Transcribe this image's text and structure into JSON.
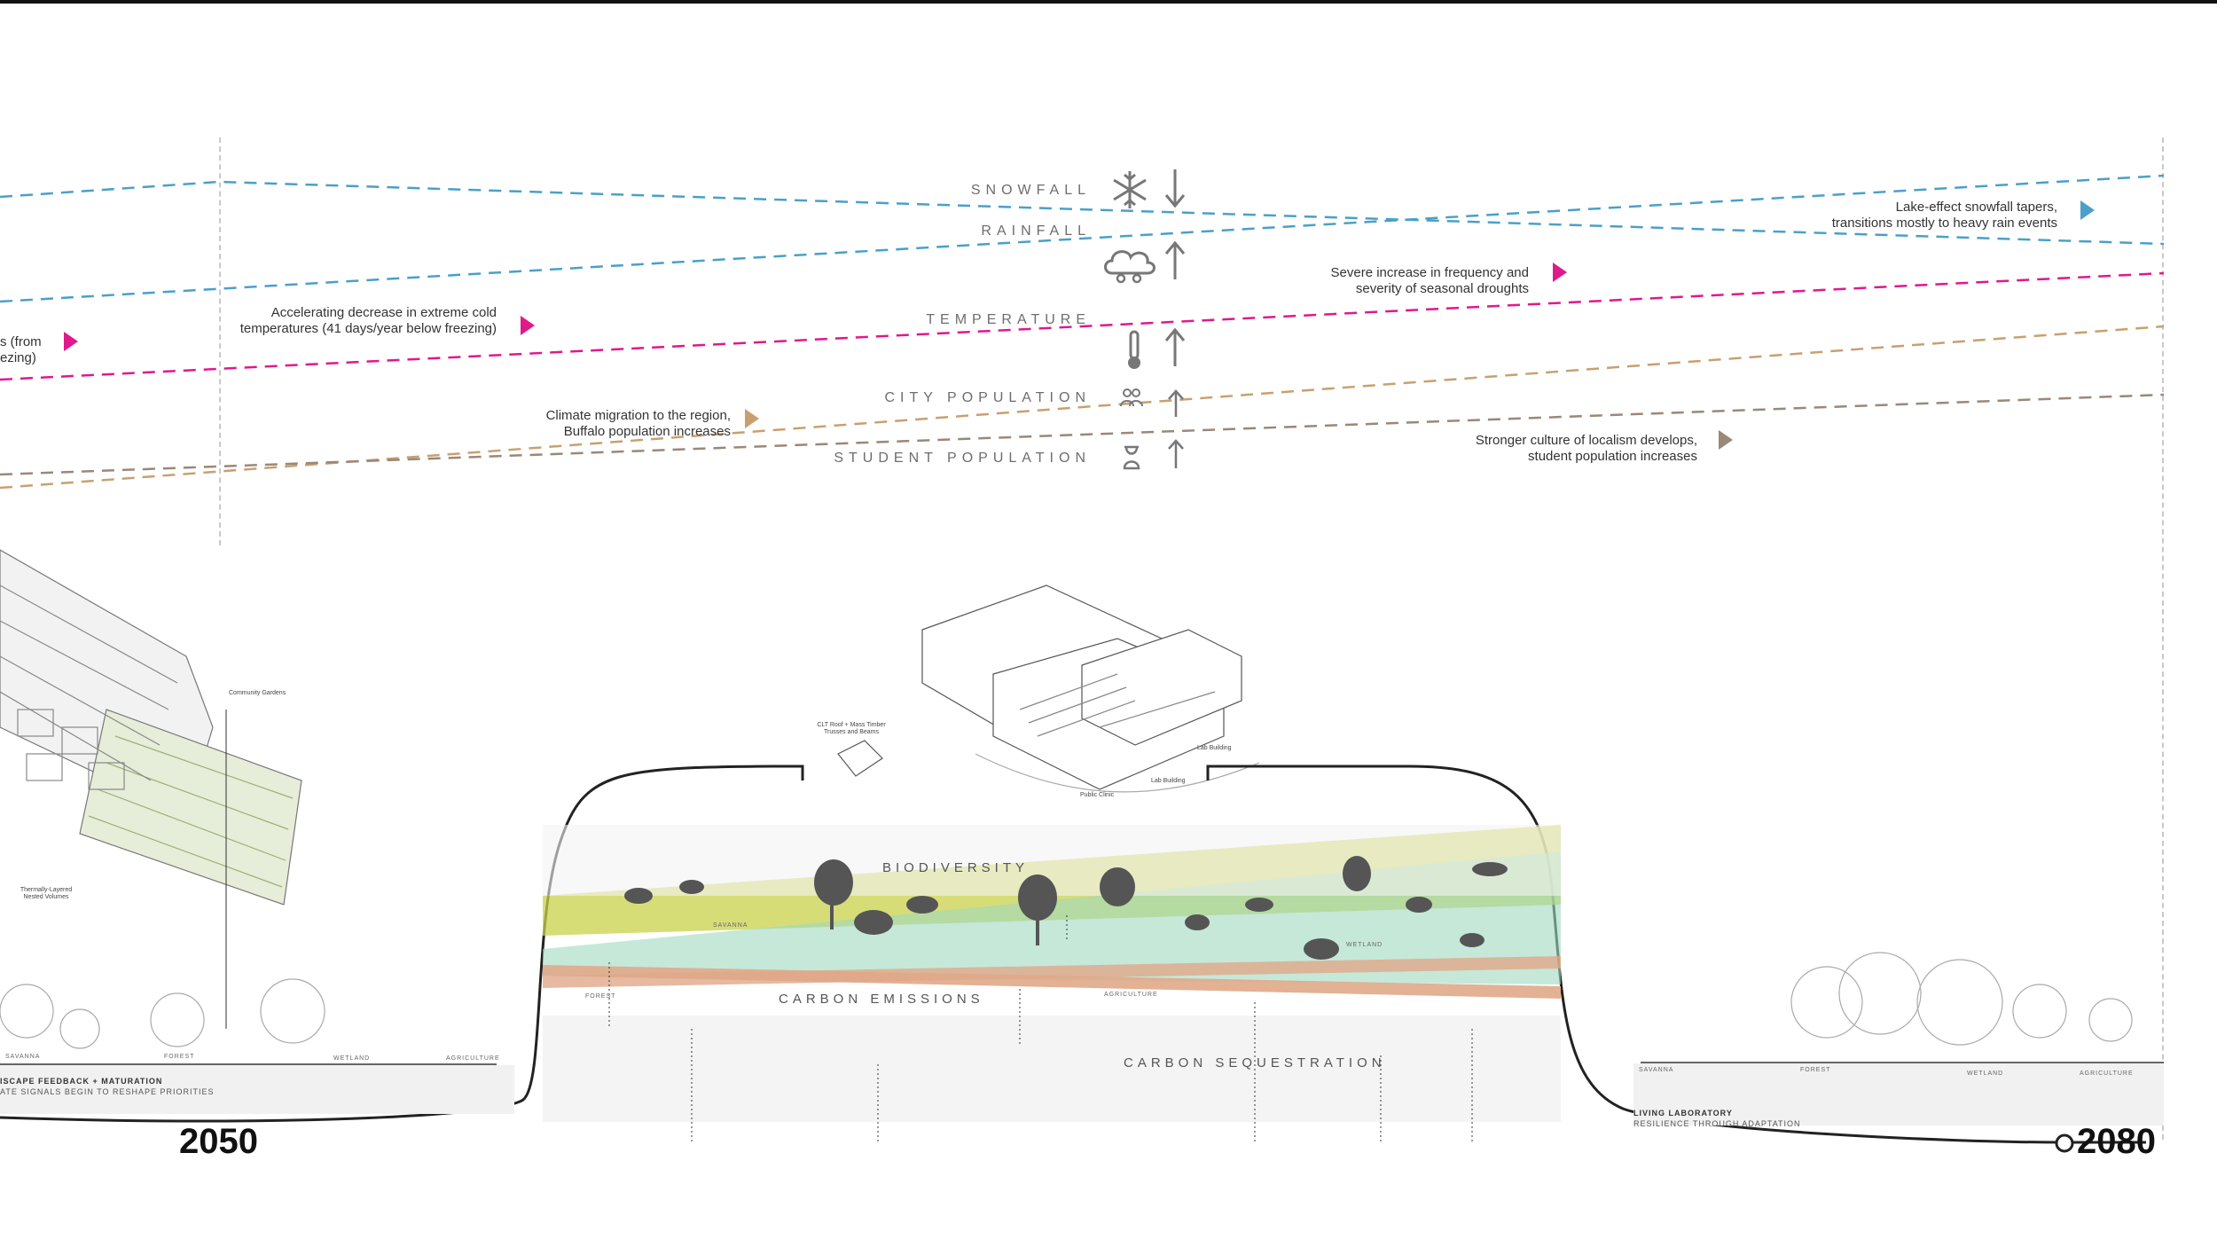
{
  "years": {
    "left": "2050",
    "right": "2080"
  },
  "variables": {
    "snowfall": "SNOWFALL",
    "rainfall": "RAINFALL",
    "temperature": "TEMPERATURE",
    "city_population": "CITY POPULATION",
    "student_population": "STUDENT POPULATION"
  },
  "annotations": {
    "cut_left_1": "s (from",
    "cut_left_2": "ezing)",
    "cold_1": "Accelerating decrease in extreme cold",
    "cold_2": "temperatures (41 days/year below freezing)",
    "migration_1": "Climate migration to the region,",
    "migration_2": "Buffalo population increases",
    "drought_1": "Severe increase in frequency and",
    "drought_2": "severity of seasonal droughts",
    "localism_1": "Stronger culture of localism develops,",
    "localism_2": "student population increases",
    "snowfall_1": "Lake-effect snowfall tapers,",
    "snowfall_2": "transitions mostly to heavy rain events"
  },
  "bands": {
    "biodiversity": "BIODIVERSITY",
    "carbon_emissions": "CARBON EMISSIONS",
    "carbon_sequestration": "CARBON SEQUESTRATION",
    "savanna": "SAVANNA",
    "wetland": "WETLAND",
    "agriculture": "AGRICULTURE",
    "forest": "FOREST"
  },
  "left_section": {
    "heading": "ISCAPE FEEDBACK + MATURATION",
    "subheading": "ATE SIGNALS BEGIN TO RESHAPE PRIORITIES",
    "community_gardens": "Community Gardens",
    "volumes": "Thermally-Layered Nested Volumes",
    "zones": [
      "SAVANNA",
      "FOREST",
      "WETLAND",
      "AGRICULTURE"
    ]
  },
  "center_section": {
    "clt_roof": "CLT Roof + Mass Timber Trusses and Beams",
    "lab_building_1": "Lab Building",
    "lab_building_2": "Lab Building",
    "public_clinic": "Public Clinic"
  },
  "right_section": {
    "heading": "LIVING LABORATORY",
    "subheading": "RESILIENCE THROUGH ADAPTATION",
    "zones": [
      "SAVANNA",
      "FOREST",
      "WETLAND",
      "AGRICULTURE"
    ]
  },
  "colors": {
    "snowfall": "#4aa0c8",
    "rainfall": "#4aa0c8",
    "temperature": "#e0198c",
    "city_population": "#c8a070",
    "student_population": "#9a8878",
    "biodiversity_band": "#c8d24a",
    "wetland_band": "#9fd8c0",
    "carbon_band": "#e0a888"
  },
  "icons": [
    "snowflake-icon",
    "cloud-rain-icon",
    "thermometer-icon",
    "people-icon",
    "student-icon",
    "arrow-up-icon",
    "arrow-down-icon"
  ]
}
